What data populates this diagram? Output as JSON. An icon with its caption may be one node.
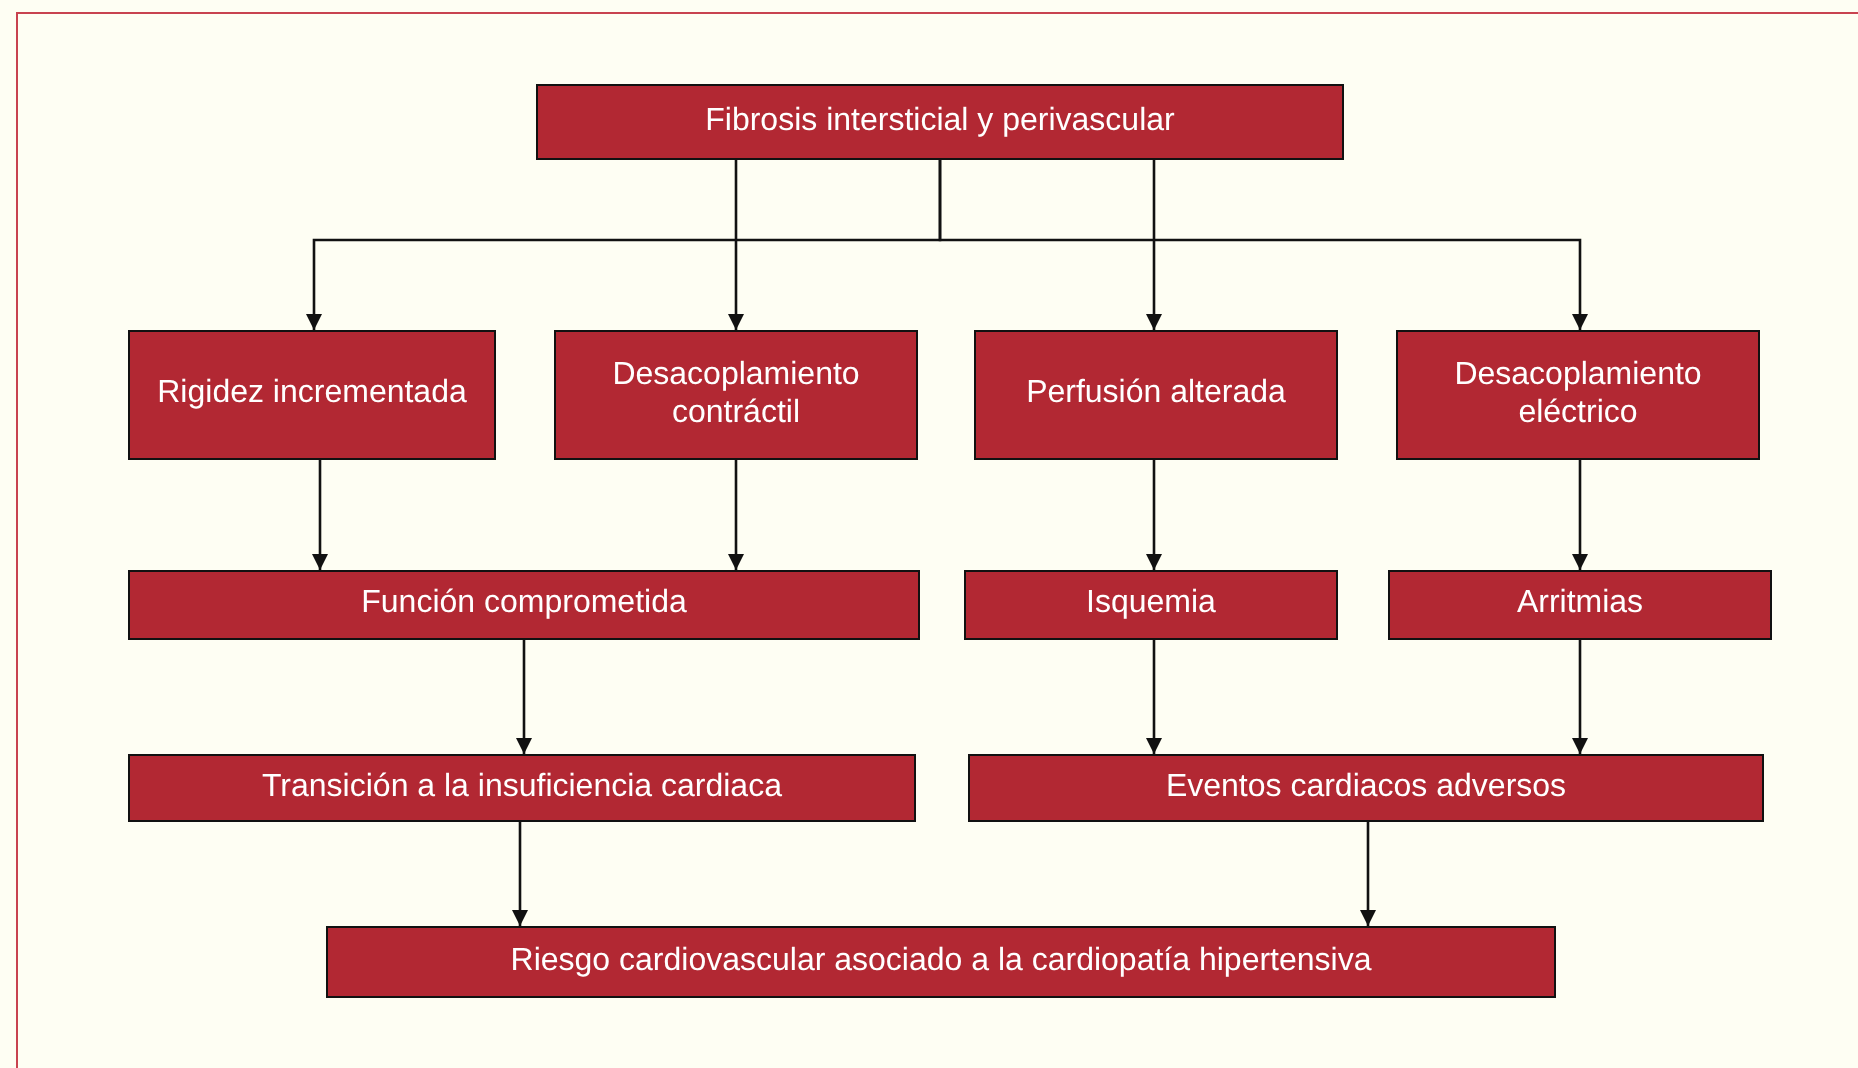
{
  "diagram": {
    "nodes": [
      {
        "text": [
          "Fibrosis intersticial y perivascular"
        ]
      },
      {
        "text": [
          "Rigidez incrementada"
        ]
      },
      {
        "text": [
          "Desacoplamiento contráctil"
        ]
      },
      {
        "text": [
          "Perfusión alterada"
        ]
      },
      {
        "text": [
          "Desacoplamiento eléctrico"
        ]
      },
      {
        "text": [
          "Función comprometida"
        ]
      },
      {
        "text": [
          "Isquemia"
        ]
      },
      {
        "text": [
          "Arritmias"
        ]
      },
      {
        "text": [
          "Transición a la insuficiencia cardiaca"
        ]
      },
      {
        "text": [
          "Eventos cardiacos adversos"
        ]
      },
      {
        "text": [
          "Riesgo cardiovascular asociado a la cardiopatía hipertensiva"
        ]
      }
    ],
    "edges": [
      {
        "from": 0,
        "to": 1,
        "arrow": "to"
      },
      {
        "from": 0,
        "to": 2,
        "arrow": "to"
      },
      {
        "from": 0,
        "to": 3,
        "arrow": "to"
      },
      {
        "from": 0,
        "to": 4,
        "arrow": "to"
      },
      {
        "from": 1,
        "to": 5,
        "arrow": "to"
      },
      {
        "from": 2,
        "to": 5,
        "arrow": "to"
      },
      {
        "from": 3,
        "to": 6,
        "arrow": "to"
      },
      {
        "from": 4,
        "to": 7,
        "arrow": "to"
      },
      {
        "from": 5,
        "to": 8,
        "arrow": "to"
      },
      {
        "from": 6,
        "to": 9,
        "arrow": "to"
      },
      {
        "from": 7,
        "to": 9,
        "arrow": "to"
      },
      {
        "from": 8,
        "to": 10,
        "arrow": "to"
      },
      {
        "from": 9,
        "to": 10,
        "arrow": "to"
      }
    ]
  }
}
